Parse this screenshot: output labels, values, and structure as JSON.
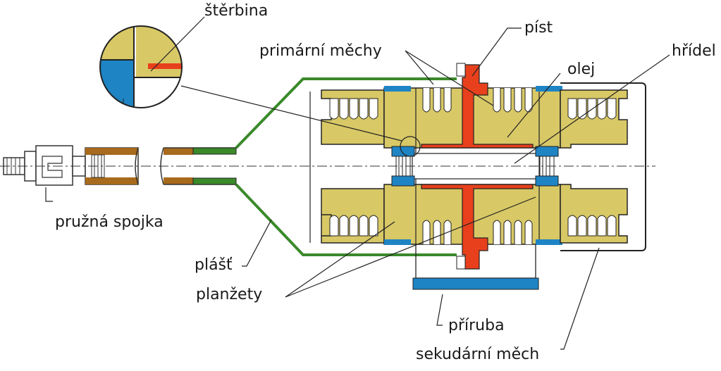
{
  "labels": {
    "sterbina": "štěrbina",
    "pist": "píst",
    "primarni_mechy": "primární měchy",
    "olej": "olej",
    "hridel": "hřídel",
    "pruzna_spojka": "pružná spojka",
    "plast": "plášť",
    "planzety": "planžety",
    "priruba": "příruba",
    "sekundarni_mech": "sekudární měch"
  },
  "colors": {
    "body": "#d8c866",
    "gasket": "#1e84c4",
    "piston": "#e8401c",
    "pipe": "#a86a1c",
    "shell": "#3a8a2a",
    "outline": "#222222"
  }
}
